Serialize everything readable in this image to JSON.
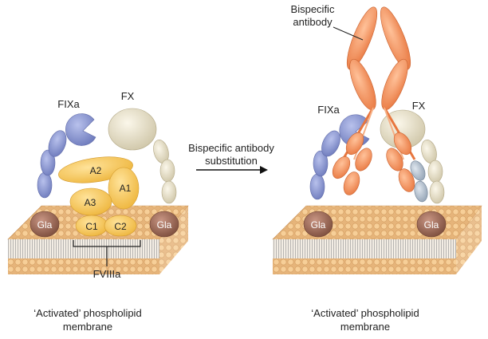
{
  "left_panel": {
    "labels": {
      "fixa": "FIXa",
      "fx": "FX",
      "a1": "A1",
      "a2": "A2",
      "a3": "A3",
      "c1": "C1",
      "c2": "C2",
      "gla_left": "Gla",
      "gla_right": "Gla",
      "fviiia": "FVIIIa"
    },
    "membrane_caption_line1": "‘Activated’ phospholipid",
    "membrane_caption_line2": "membrane"
  },
  "arrow": {
    "label_line1": "Bispecific antibody",
    "label_line2": "substitution"
  },
  "right_panel": {
    "labels": {
      "bispecific_line1": "Bispecific",
      "bispecific_line2": "antibody",
      "fixa": "FIXa",
      "fx": "FX",
      "gla_left": "Gla",
      "gla_right": "Gla"
    },
    "membrane_caption_line1": "‘Activated’ phospholipid",
    "membrane_caption_line2": "membrane"
  },
  "colors": {
    "membrane": "#f2c48d",
    "membrane_dark": "#d9a060",
    "fixa": "#8e9ad4",
    "fx": "#e8e1cc",
    "fviiia": "#f9c75c",
    "gla": "#9a6a55",
    "antibody": "#f39561"
  }
}
